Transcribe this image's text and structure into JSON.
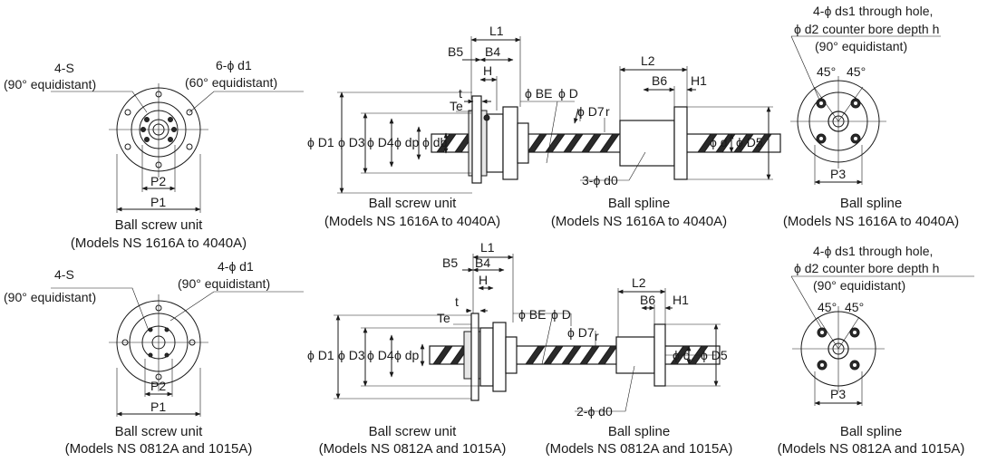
{
  "captions": {
    "tl1": "Ball screw unit",
    "tl2": "(Models NS 1616A to 4040A)",
    "tm1": "Ball screw unit",
    "tm2": "(Models NS 1616A to 4040A)",
    "tn1": "Ball spline",
    "tn2": "(Models NS 1616A to 4040A)",
    "tr1": "Ball spline",
    "tr2": "(Models NS 1616A to 4040A)",
    "bl1": "Ball screw unit",
    "bl2": "(Models NS 0812A and 1015A)",
    "bm1": "Ball screw unit",
    "bm2": "(Models NS 0812A and 1015A)",
    "bn1": "Ball spline",
    "bn2": "(Models NS 0812A and 1015A)",
    "br1": "Ball spline",
    "br2": "(Models NS 0812A and 1015A)"
  },
  "labels_top": {
    "s": "4-S",
    "s_eq": "(90° equidistant)",
    "d1": "6-ϕ d1",
    "d1_eq": "(60° equidistant)",
    "p1": "P1",
    "p2": "P2",
    "l1": "L1",
    "b5": "B5",
    "b4": "B4",
    "h": "H",
    "t": "t",
    "te": "Te",
    "be": "ϕ BE",
    "d": "ϕ D",
    "d7": "ϕ D7",
    "r": "r",
    "dia_d1": "ϕ D1",
    "dia_d3": "ϕ D3",
    "dia_d4": "ϕ D4",
    "dp": "ϕ dp",
    "db": "ϕ db",
    "d0": "3-ϕ d0",
    "l2": "L2",
    "b6": "B6",
    "h1": "H1",
    "sd": "ϕ d",
    "d5": "ϕ D5",
    "ds1": "4-ϕ ds1 through hole,",
    "d2": "ϕ d2 counter bore depth h",
    "eq90": "(90° equidistant)",
    "a45a": "45°",
    "a45b": "45°",
    "p3": "P3"
  },
  "labels_bottom": {
    "s": "4-S",
    "s_eq": "(90° equidistant)",
    "d1": "4-ϕ d1",
    "d1_eq": "(90° equidistant)",
    "p1": "P1",
    "p2": "P2",
    "l1": "L1",
    "b5": "B5",
    "b4": "B4",
    "h": "H",
    "t": "t",
    "te": "Te",
    "be": "ϕ BE",
    "d": "ϕ D",
    "d7": "ϕ D7",
    "r": "r",
    "dia_d1": "ϕ D1",
    "dia_d3": "ϕ D3",
    "dia_d4": "ϕ D4",
    "dp": "ϕ dp",
    "d0": "2-ϕ d0",
    "l2": "L2",
    "b6": "B6",
    "h1": "H1",
    "sd": "ϕ d",
    "d5": "ϕ D5",
    "ds1": "4-ϕ ds1 through hole,",
    "d2": "ϕ d2 counter bore depth h",
    "eq90": "(90° equidistant)",
    "a45a": "45°",
    "a45b": "45°",
    "p3": "P3"
  }
}
